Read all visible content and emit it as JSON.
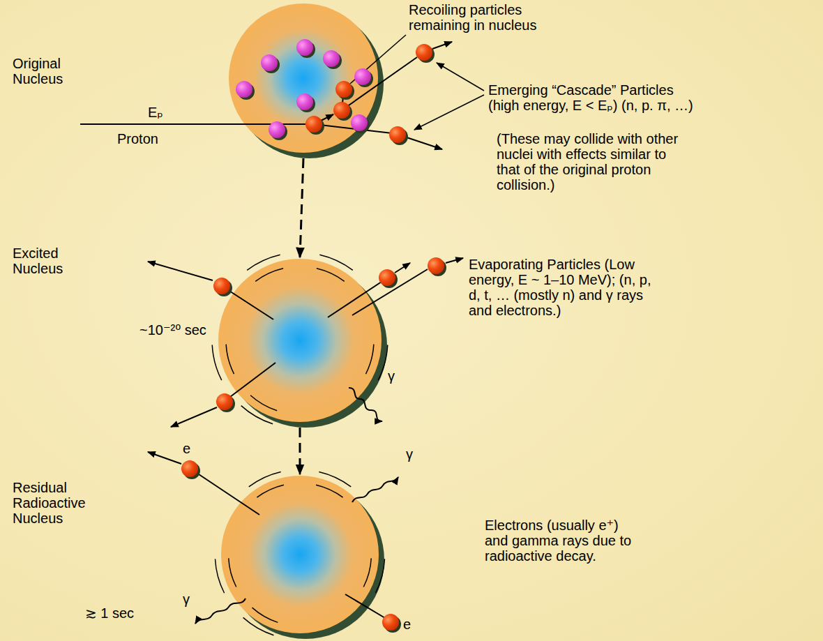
{
  "diagram": {
    "nodes": [
      {
        "text": [
          "Original Nucleus"
        ]
      },
      {
        "text": [
          "Excited Nucleus"
        ]
      },
      {
        "text": [
          "Residual Radioactive Nucleus"
        ]
      }
    ],
    "edges": [
      {
        "from": 0,
        "to": 1,
        "arrow": "to"
      },
      {
        "from": 1,
        "to": 2,
        "arrow": "to"
      }
    ],
    "labels": [
      "Eₚ",
      "Proton",
      "Recoiling particles remaining in nucleus",
      "Emerging “Cascade” Particles (high energy, E < Eₚ) (n, p. π, …)",
      "(These may collide with other nuclei with effects similar to that of the original proton collision.)",
      "~10⁻²⁰ sec",
      "Evaporating Particles (Low energy, E ~ 1–10 MeV); (n, p, d, t, … (mostly n) and γ rays and electrons.)",
      "γ",
      "e",
      "γ",
      "≳ 1 sec",
      "γ",
      "e",
      "Electrons (usually e⁺) and gamma rays due to radioactive decay."
    ]
  }
}
